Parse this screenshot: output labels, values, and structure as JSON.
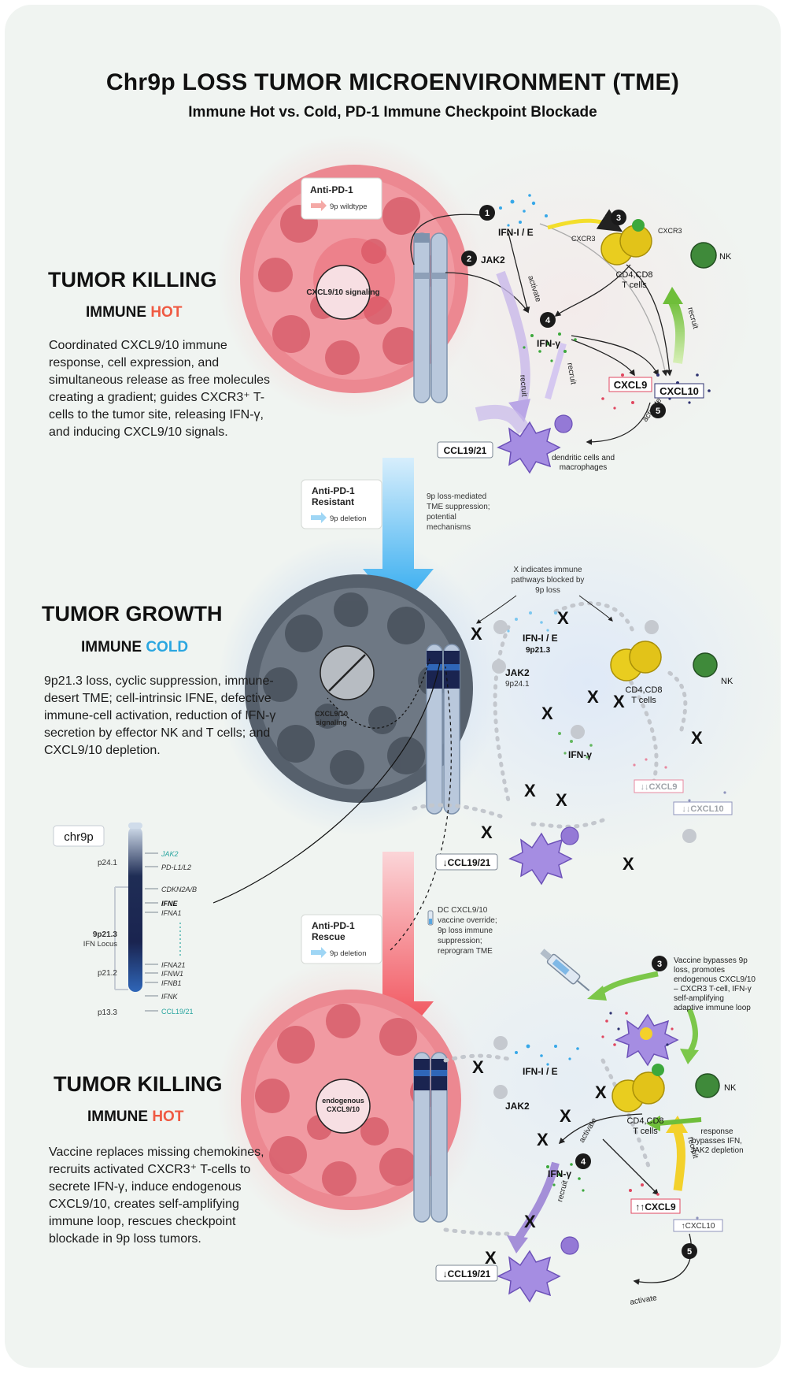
{
  "header": {
    "title": "Chr9p LOSS TUMOR MICROENVIRONMENT (TME)",
    "subtitle": "Immune Hot vs. Cold, PD-1 Immune Checkpoint Blockade"
  },
  "colors": {
    "hot": "#ef5a43",
    "cold": "#2aa6e0",
    "panel": "#f0f4f1",
    "tcell": "#e9cd1f",
    "nk": "#3f8a3a",
    "dc": "#9a7ee0"
  },
  "section1": {
    "heading": "TUMOR KILLING",
    "sub_prefix": "IMMUNE ",
    "sub_emph": "HOT",
    "description": "Coordinated CXCL9/10 immune response, cell expression, and simultaneous release as free molecules creating a gradient; guides CXCR3⁺ T-cells to the tumor site, releasing IFN-γ, and inducing CXCL9/10 signals.",
    "legend_title": "Anti-PD-1",
    "legend_item": "9p wildtype",
    "tumor_label": "CXCL9/10 signaling",
    "nodes": {
      "n1": "1",
      "n2": "2",
      "n3": "3",
      "n4": "4",
      "n5": "5",
      "ifn_ie": "IFN-I / E",
      "jak2": "JAK2",
      "cxcr3_a": "CXCR3",
      "cxcr3_b": "CXCR3",
      "tcells_l1": "CD4,CD8",
      "tcells_l2": "T cells",
      "nk": "NK",
      "ifng": "IFN-γ",
      "cxcl9": "CXCL9",
      "cxcl10": "CXCL10",
      "ccl": "CCL19/21",
      "dc_l1": "dendritic cells and",
      "dc_l2": "macrophages",
      "activate": "activate",
      "recruit": "recruit"
    }
  },
  "transition1": {
    "legend_l1": "Anti-PD-1",
    "legend_l2": "Resistant",
    "legend_item": "9p deletion",
    "note": [
      "9p loss-mediated",
      "TME suppression;",
      "potential",
      "mechanisms"
    ]
  },
  "section2": {
    "heading": "TUMOR GROWTH",
    "sub_prefix": "IMMUNE ",
    "sub_emph": "COLD",
    "description": "9p21.3 loss, cyclic suppression, immune-desert TME; cell-intrinsic IFNE, defective immune-cell activation, reduction of IFN-γ secretion by effector NK and T cells; and CXCL9/10 depletion.",
    "x_note": [
      "X indicates immune",
      "pathways blocked by",
      "9p loss"
    ],
    "tumor_label_l1": "CXCL9/10",
    "tumor_label_l2": "signaling",
    "nodes": {
      "ifn_ie": "IFN-I / E",
      "ifn_loc": "9p21.3",
      "jak2": "JAK2",
      "jak2_loc": "9p24.1",
      "tcells_l1": "CD4,CD8",
      "tcells_l2": "T cells",
      "nk": "NK",
      "ifng": "IFN-γ",
      "cxcl9": "↓↓CXCL9",
      "cxcl10": "↓↓CXCL10",
      "ccl": "↓CCL19/21",
      "x": "X"
    }
  },
  "chromosome": {
    "label": "chr9p",
    "bands": [
      "p24.1",
      "9p21.3",
      "IFN Locus",
      "p21.2",
      "p13.3"
    ],
    "genes": [
      "JAK2",
      "PD-L1/L2",
      "CDKN2A/B",
      "IFNE",
      "IFNA1",
      "IFNA21",
      "IFNW1",
      "IFNB1",
      "IFNK",
      "CCL19/21"
    ]
  },
  "transition2": {
    "legend_l1": "Anti-PD-1",
    "legend_l2": "Rescue",
    "legend_item": "9p deletion",
    "note": [
      "DC CXCL9/10",
      "vaccine override;",
      "9p loss immune",
      "suppression;",
      "reprogram TME"
    ]
  },
  "section3": {
    "heading": "TUMOR KILLING",
    "sub_prefix": "IMMUNE ",
    "sub_emph": "HOT",
    "description": "Vaccine replaces missing chemokines, recruits activated CXCR3⁺ T-cells to secrete IFN-γ, induce endogenous CXCL9/10, creates self-amplifying immune loop, rescues checkpoint blockade in 9p loss tumors.",
    "tumor_label_l1": "endogenous",
    "tumor_label_l2": "CXCL9/10",
    "vaccine_note": [
      "Vaccine bypasses 9p",
      "loss, promotes",
      "endogenous CXCL9/10",
      "– CXCR3 T-cell, IFN-γ",
      "self-amplifying",
      "adaptive immune loop"
    ],
    "response_note": [
      "response",
      "bypasses IFN,",
      "JAK2 depletion"
    ],
    "nodes": {
      "ifn_ie": "IFN-I / E",
      "jak2": "JAK2",
      "tcells_l1": "CD4,CD8",
      "tcells_l2": "T cells",
      "nk": "NK",
      "ifng": "IFN-γ",
      "cxcl9": "↑↑CXCL9",
      "cxcl10": "↑CXCL10",
      "ccl": "↓CCL19/21",
      "activate": "activate",
      "recruit": "recruit"
    }
  }
}
